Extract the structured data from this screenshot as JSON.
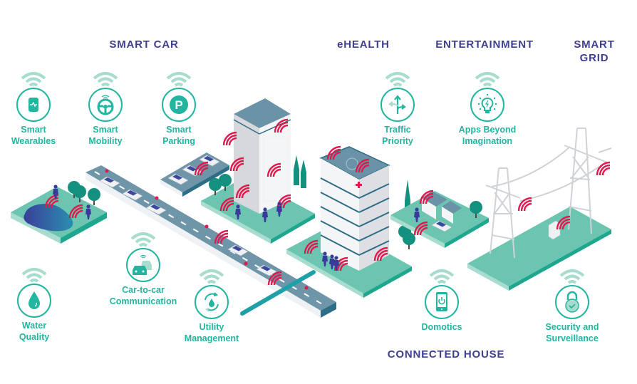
{
  "categories": {
    "smart_car": "SMART CAR",
    "ehealth": "eHEALTH",
    "entertainment": "ENTERTAINMENT",
    "smart_grid_line1": "SMART",
    "smart_grid_line2": "GRID",
    "connected_house": "CONNECTED HOUSE"
  },
  "features": [
    {
      "icon": "smartwatch-icon",
      "line1": "Smart",
      "line2": "Wearables"
    },
    {
      "icon": "steering-wheel-icon",
      "line1": "Smart",
      "line2": "Mobility"
    },
    {
      "icon": "parking-icon",
      "line1": "Smart",
      "line2": "Parking"
    },
    {
      "icon": "direction-arrows-icon",
      "line1": "Traffic",
      "line2": "Priority"
    },
    {
      "icon": "lightbulb-icon",
      "line1": "Apps Beyond",
      "line2": "Imagination"
    },
    {
      "icon": "water-drop-icon",
      "line1": "Water",
      "line2": "Quality"
    },
    {
      "icon": "cars-icon",
      "line1": "Car-to-car",
      "line2": "Communication"
    },
    {
      "icon": "recycle-drop-icon",
      "line1": "Utility",
      "line2": "Management"
    },
    {
      "icon": "smartphone-power-icon",
      "line1": "Domotics",
      "line2": ""
    },
    {
      "icon": "padlock-icon",
      "line1": "Security and",
      "line2": "Surveillance"
    }
  ],
  "colors": {
    "heading": "#3f3f8f",
    "teal": "#22b5a0",
    "wifi_light": "#a8dccf",
    "signal_red": "#e0194f",
    "ground": "#6cc5b0",
    "road": "#6f95a8"
  }
}
